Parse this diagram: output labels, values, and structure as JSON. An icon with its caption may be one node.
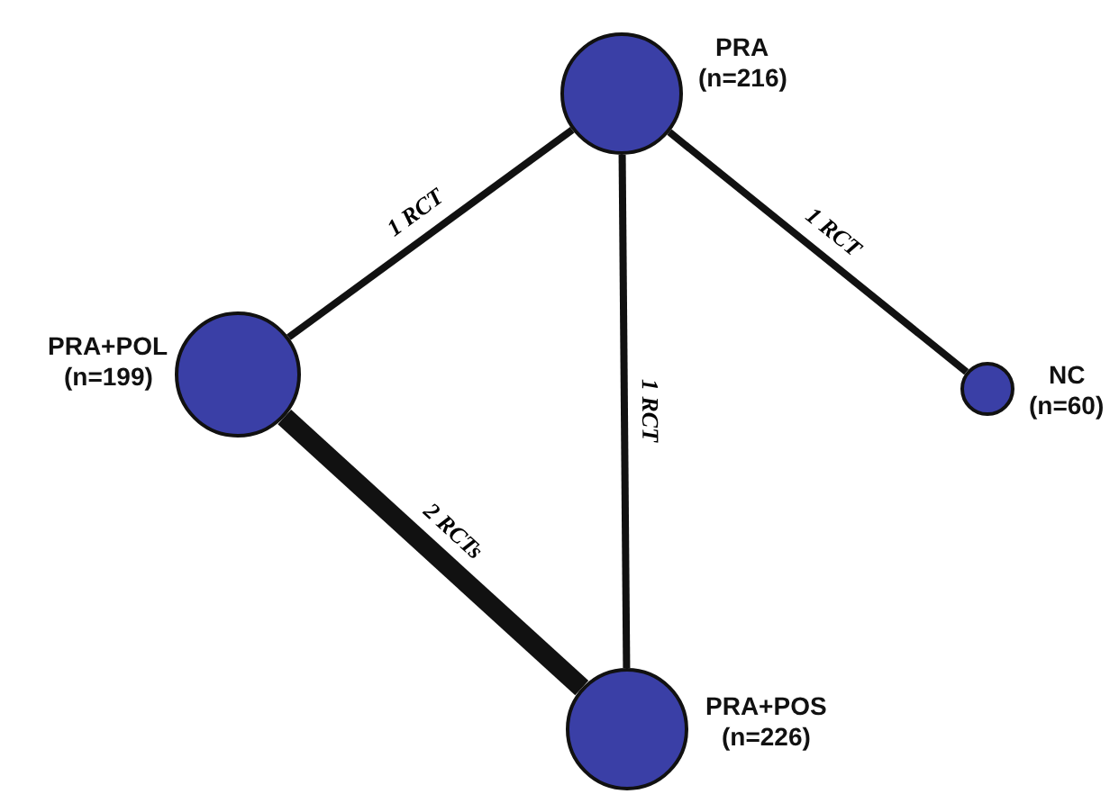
{
  "diagram": {
    "nodes": [
      {
        "text": [],
        "shape": "circle",
        "beside": [
          "PRA",
          "(n=216)"
        ]
      },
      {
        "text": [],
        "shape": "circle",
        "beside": [
          "PRA+POL",
          "(n=199)"
        ]
      },
      {
        "text": [],
        "shape": "circle",
        "beside": [
          "NC",
          "(n=60)"
        ]
      },
      {
        "text": [],
        "shape": "circle",
        "beside": [
          "PRA+POS",
          "(n=226)"
        ]
      }
    ],
    "edges": [
      {
        "from": 0,
        "to": 1,
        "arrow": "none",
        "label": "1 RCT"
      },
      {
        "from": 0,
        "to": 3,
        "arrow": "none",
        "label": "1 RCT"
      },
      {
        "from": 0,
        "to": 2,
        "arrow": "none",
        "label": "1 RCT"
      },
      {
        "from": 1,
        "to": 3,
        "arrow": "none",
        "label": "2 RCTs",
        "style": "thick"
      }
    ]
  }
}
